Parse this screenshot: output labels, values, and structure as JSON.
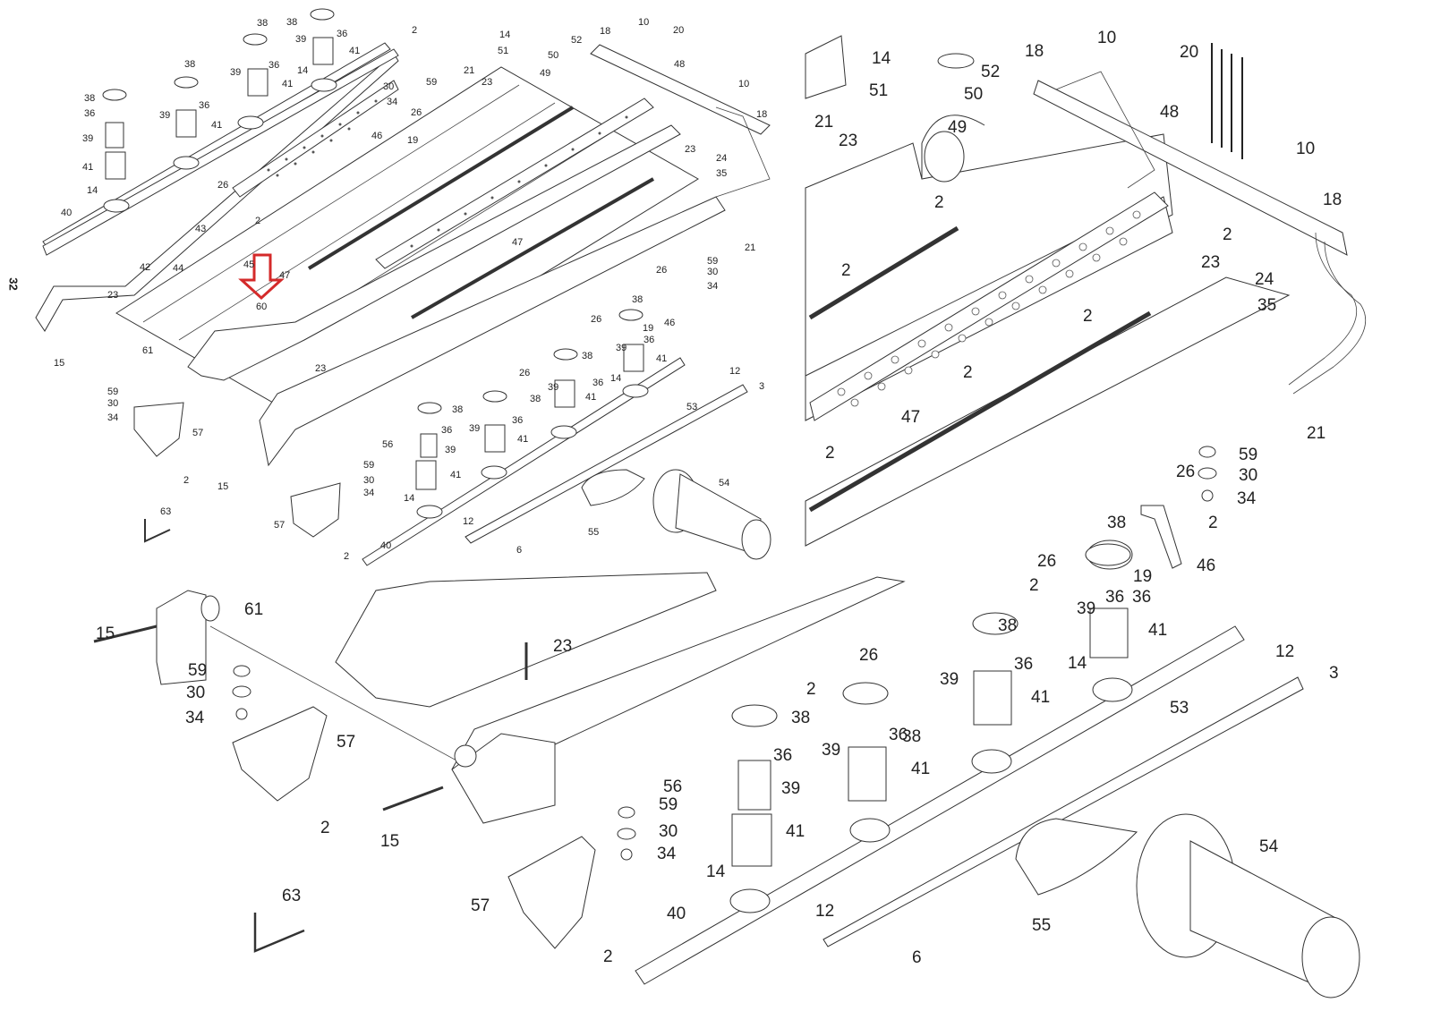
{
  "page": {
    "page_number": "32",
    "highlight_color": "#d42a2a",
    "highlighted_part": "60"
  },
  "overview_diagram": {
    "callouts": [
      {
        "part": "38"
      },
      {
        "part": "36"
      },
      {
        "part": "39"
      },
      {
        "part": "41"
      },
      {
        "part": "14"
      },
      {
        "part": "40"
      },
      {
        "part": "42"
      },
      {
        "part": "43"
      },
      {
        "part": "44"
      },
      {
        "part": "45"
      },
      {
        "part": "47"
      },
      {
        "part": "60"
      },
      {
        "part": "23"
      },
      {
        "part": "61"
      },
      {
        "part": "15"
      },
      {
        "part": "59"
      },
      {
        "part": "30"
      },
      {
        "part": "34"
      },
      {
        "part": "57"
      },
      {
        "part": "2"
      },
      {
        "part": "63"
      },
      {
        "part": "56"
      },
      {
        "part": "26"
      },
      {
        "part": "46"
      },
      {
        "part": "19"
      },
      {
        "part": "21"
      },
      {
        "part": "49"
      },
      {
        "part": "50"
      },
      {
        "part": "51"
      },
      {
        "part": "52"
      },
      {
        "part": "18"
      },
      {
        "part": "10"
      },
      {
        "part": "20"
      },
      {
        "part": "48"
      },
      {
        "part": "24"
      },
      {
        "part": "35"
      },
      {
        "part": "12"
      },
      {
        "part": "3"
      },
      {
        "part": "53"
      },
      {
        "part": "54"
      },
      {
        "part": "55"
      },
      {
        "part": "6"
      }
    ]
  },
  "detail_top_right": {
    "callouts": [
      "14",
      "18",
      "10",
      "20",
      "52",
      "51",
      "50",
      "48",
      "21",
      "23",
      "49",
      "2",
      "10",
      "18",
      "2",
      "23",
      "24",
      "35",
      "2",
      "2",
      "2",
      "47",
      "21",
      "2",
      "59",
      "30",
      "26",
      "34",
      "2",
      "38",
      "19",
      "46",
      "26",
      "2",
      "36"
    ]
  },
  "detail_bottom": {
    "callouts": [
      "61",
      "15",
      "23",
      "59",
      "30",
      "34",
      "57",
      "2",
      "15",
      "56",
      "63",
      "57",
      "2",
      "26",
      "2",
      "38",
      "36",
      "39",
      "41",
      "14",
      "38",
      "36",
      "39",
      "41",
      "38",
      "36",
      "39",
      "41",
      "59",
      "30",
      "34",
      "14",
      "12",
      "3",
      "53",
      "40",
      "12",
      "6",
      "55",
      "54"
    ]
  },
  "labels": {
    "l2": "2",
    "l3": "3",
    "l6": "6",
    "l10": "10",
    "l12": "12",
    "l14": "14",
    "l15": "15",
    "l18": "18",
    "l19": "19",
    "l20": "20",
    "l21": "21",
    "l23": "23",
    "l24": "24",
    "l26": "26",
    "l30": "30",
    "l34": "34",
    "l35": "35",
    "l36": "36",
    "l38": "38",
    "l39": "39",
    "l40": "40",
    "l41": "41",
    "l42": "42",
    "l43": "43",
    "l44": "44",
    "l45": "45",
    "l46": "46",
    "l47": "47",
    "l48": "48",
    "l49": "49",
    "l50": "50",
    "l51": "51",
    "l52": "52",
    "l53": "53",
    "l54": "54",
    "l55": "55",
    "l56": "56",
    "l57": "57",
    "l59": "59",
    "l60": "60",
    "l61": "61",
    "l63": "63"
  }
}
